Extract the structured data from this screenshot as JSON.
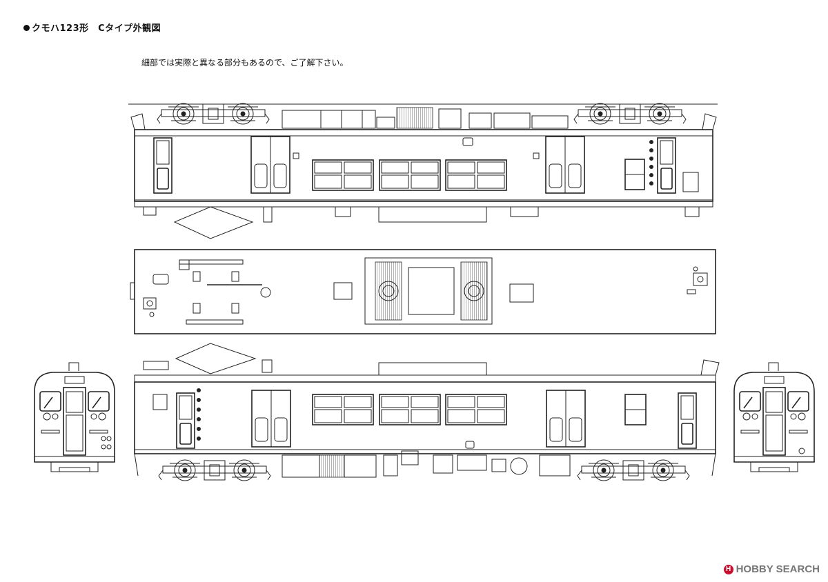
{
  "title": "クモハ123形　Cタイプ外観図",
  "note": "細部では実際と異なる部分もあるので、ご了解下さい。",
  "watermark": {
    "brand": "HOBBY SEARCH",
    "logo_letter": "H",
    "color": "#c8102e"
  },
  "views": [
    "side-view-upper",
    "roof-view",
    "side-view-lower",
    "front-view-left",
    "front-view-right"
  ]
}
